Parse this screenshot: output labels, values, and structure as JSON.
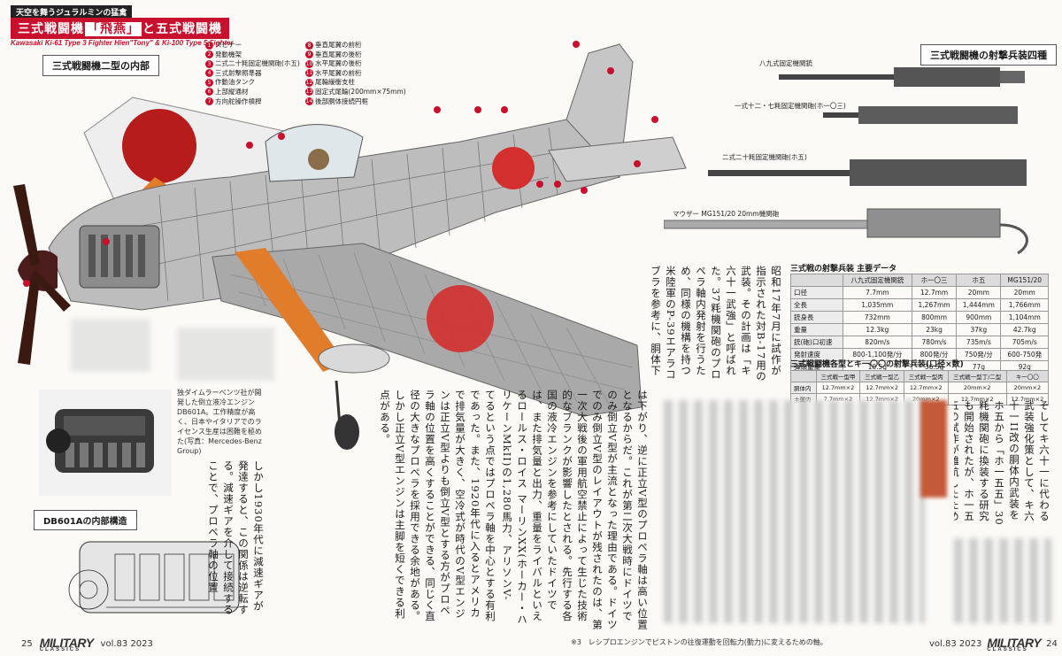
{
  "header": {
    "kicker": "天空を舞うジュラルミンの猛禽",
    "title_prefix": "三式戦闘機",
    "title_highlight": "「飛燕」",
    "title_suffix": "と五式戦闘機",
    "subtitle": "Kawasaki Ki-61 Type 3 Fighter Hien\"Tony\" & Ki-100 Type 5 Fighter"
  },
  "cutaway": {
    "section_title": "三式戦闘機二型の内部",
    "legend_left": [
      {
        "n": "1",
        "t": "スピナー"
      },
      {
        "n": "2",
        "t": "発動機架"
      },
      {
        "n": "3",
        "t": "二式二十粍固定機関砲(ホ五)"
      },
      {
        "n": "4",
        "t": "三式射撃照準器"
      },
      {
        "n": "5",
        "t": "作動油タンク"
      },
      {
        "n": "6",
        "t": "上部縦通材"
      },
      {
        "n": "7",
        "t": "方向舵操作槓桿"
      }
    ],
    "legend_right": [
      {
        "n": "8",
        "t": "垂直尾翼の前桁"
      },
      {
        "n": "9",
        "t": "垂直尾翼の後桁"
      },
      {
        "n": "10",
        "t": "水平尾翼の後桁"
      },
      {
        "n": "11",
        "t": "水平尾翼の前桁"
      },
      {
        "n": "12",
        "t": "尾輪緩衝支柱"
      },
      {
        "n": "13",
        "t": "固定式尾輪(200mm×75mm)"
      },
      {
        "n": "14",
        "t": "後部胴体接続円框"
      }
    ]
  },
  "engine_photo": {
    "caption": "独ダイムラーベンツ社が開発した倒立液冷エンジンDB601A。工作精度が高く、日本やイタリアでのライセンス生産は困難を極めた(写真：Mercedes-Benz Group)"
  },
  "engine_diagram": {
    "title": "DB601Aの内部構造"
  },
  "guns": {
    "section_title": "三式戦闘機の射撃兵装四種",
    "items": [
      {
        "label": "八九式固定機関銃"
      },
      {
        "label": "一式十二・七粍固定機関砲(ホ一〇三)"
      },
      {
        "label": "二式二十粍固定機関砲(ホ五)"
      },
      {
        "label": "マウザー MG151/20 20mm機関砲"
      }
    ]
  },
  "table1": {
    "title": "三式戦の射撃兵装 主要データ",
    "columns": [
      "",
      "八九式固定機関銃",
      "ホ一〇三",
      "ホ五",
      "MG151/20"
    ],
    "rows": [
      [
        "口径",
        "7.7mm",
        "12.7mm",
        "20mm",
        "20mm"
      ],
      [
        "全長",
        "1,035mm",
        "1,267mm",
        "1,444mm",
        "1,766mm"
      ],
      [
        "銃身長",
        "732mm",
        "800mm",
        "900mm",
        "1,104mm"
      ],
      [
        "重量",
        "12.3kg",
        "23kg",
        "37kg",
        "42.7kg"
      ],
      [
        "銃(砲)口初速",
        "820m/s",
        "780m/s",
        "735m/s",
        "705m/s"
      ],
      [
        "発射速度",
        "800-1,100発/分",
        "800発/分",
        "750発/分",
        "600-750発"
      ],
      [
        "弾頭重量",
        "10.5g",
        "36.5g",
        "77g",
        "92g"
      ]
    ]
  },
  "table2": {
    "title": "三式戦闘機各型とキ一〇〇の射撃兵装(口径×数)",
    "columns": [
      "",
      "三式戦一型甲",
      "三式戦一型乙",
      "三式戦一型丙",
      "三式戦一型丁/二型",
      "キ一〇〇"
    ],
    "rows": [
      [
        "胴体内",
        "12.7mm×2",
        "12.7mm×2",
        "12.7mm×2",
        "20mm×2",
        "20mm×2"
      ],
      [
        "主翼内",
        "7.7mm×2",
        "12.7mm×2",
        "20mm×2",
        "12.7mm×2",
        "12.7mm×2"
      ]
    ]
  },
  "body_text": {
    "col_a": "昭和17年7月に試作が指示された対B-17用の武装。その計画は「キ六十一武強」と呼ばれた。37粍機関砲のプロペラ軸内発射を行うため、同様の機構を持つ米陸軍のP-39エアラコブラを参考に、胴体下面に大型砲を配置して延長軸でプロペラを回す方式とした。これが試作名称は「キ六十一II改」となったが、大型審査のみで試作は中止された。",
    "col_b": "そしてキ六十一に代わる武装強化策として、キ六十一II改の胴体内武装をホ五から「ホ一五五」30粍機関砲に換装する研究も開始されたが、ホ一五五の試作が難航したため中止されている。",
    "col_c": "てるという点ではプロペラ軸を中心とする有利であった。また、1920年代に入るとアメリカで排気量が大きく、空冷式が時代のV型エンジンは正立V型よりも倒立V型とする方がプロペラ軸の位置を高くすることができる、同じく直径の大きなプロペラを採用できる余地がある。しかし正立V型エンジンは主脚を短くできる利点がある。",
    "col_d": "しかし1930年代に減速ギアが発達すると、この関係は逆転する。減速ギアを介して接続することで、プロペラ軸の位置",
    "col_e": "は下がり、逆に正立V型のプロペラ軸は高い位置となるからだ。これが第二次大戦時にドイツでのみ倒立V型が主流となった理由である。ドイツでのみ倒立V型のレイアウトが残されたのは、第一次大戦後の軍用航空禁止によって生じた技術的なブランクが影響したとされる。先行する各国の液冷エンジンを参考にしていたドイツでは、また排気量と出力、重量をライバルといえるロールス・ロイス マーリンXX(ホーカー・ハリケーンMkII)の1,280馬力、アリソンV-1710-39(カーチスP-40E)などと比較した場合、DB601Aは馬力当たりの重量が大きくなる。"
  },
  "footer": {
    "page_left": "25",
    "page_right": "24",
    "logo_main": "MILITARY",
    "logo_sub": "CLASSICS",
    "issue_left": "vol.83 2023",
    "issue_right": "vol.83 2023",
    "note": "※3　レシプロエンジンでピストンの往復運動を回転力(動力)に変えるための軸。"
  }
}
